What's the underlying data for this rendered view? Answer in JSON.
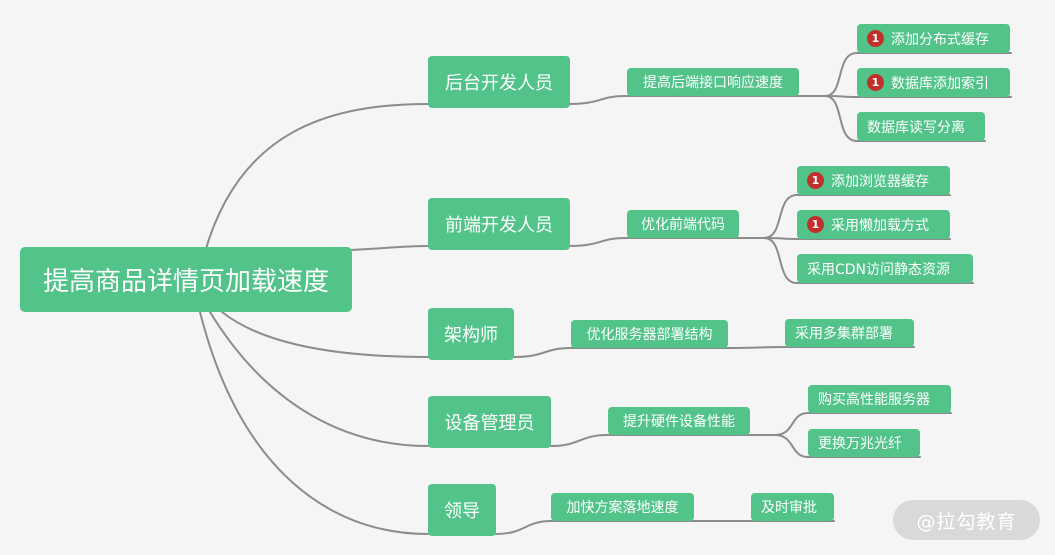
{
  "root": "提高商品详情页加载速度",
  "branches": [
    {
      "role": "后台开发人员",
      "task": "提高后端接口响应速度",
      "actions": [
        {
          "label": "添加分布式缓存",
          "priority": "1"
        },
        {
          "label": "数据库添加索引",
          "priority": "1"
        },
        {
          "label": "数据库读写分离"
        }
      ]
    },
    {
      "role": "前端开发人员",
      "task": "优化前端代码",
      "actions": [
        {
          "label": "添加浏览器缓存",
          "priority": "1"
        },
        {
          "label": "采用懒加载方式",
          "priority": "1"
        },
        {
          "label": "采用CDN访问静态资源"
        }
      ]
    },
    {
      "role": "架构师",
      "task": "优化服务器部署结构",
      "actions": [
        {
          "label": "采用多集群部署"
        }
      ]
    },
    {
      "role": "设备管理员",
      "task": "提升硬件设备性能",
      "actions": [
        {
          "label": "购买高性能服务器"
        },
        {
          "label": "更换万兆光纤"
        }
      ]
    },
    {
      "role": "领导",
      "task": "加快方案落地速度",
      "actions": [
        {
          "label": "及时审批"
        }
      ]
    }
  ],
  "watermark": "@拉勾教育",
  "colors": {
    "node": "#52c48a",
    "badge": "#c2302c",
    "line": "#8c8c8c",
    "background": "#f5f5f5"
  },
  "icons": {
    "priority_badge": "priority-1-icon"
  }
}
